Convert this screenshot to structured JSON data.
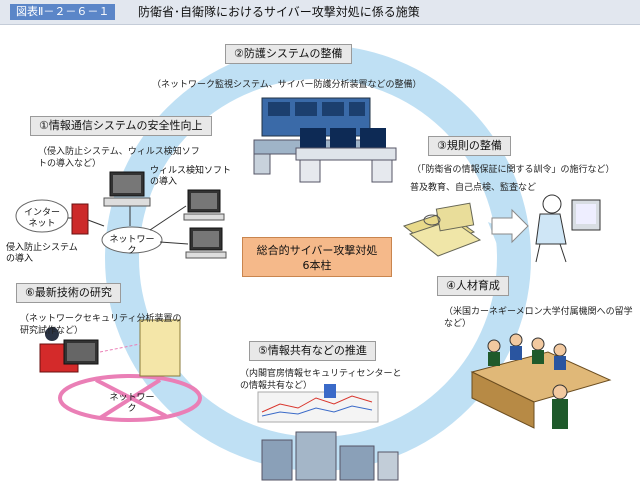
{
  "header": {
    "tag": "図表Ⅱ－２－６－１",
    "title": "防衛省･自衛隊におけるサイバー攻撃対処に係る施策"
  },
  "center": {
    "line1": "総合的サイバー攻撃対処",
    "line2": "6本柱"
  },
  "measures": [
    {
      "label": "②防護システムの整備",
      "detail": "（ネットワーク監視システム、サイバー防護分析装置などの整備）"
    },
    {
      "label": "①情報通信システムの安全性向上",
      "detail": "（侵入防止システム、ウィルス検知ソフトの導入など）"
    },
    {
      "label": "③規則の整備",
      "detail": "（「防衛省の情報保証に関する訓令」の施行など）",
      "detail2": "普及教育、自己点検、監査など"
    },
    {
      "label": "④人材育成",
      "detail": "（米国カーネギーメロン大学付属機関への留学など）"
    },
    {
      "label": "⑤情報共有などの推進",
      "detail": "（内閣官房情報セキュリティセンターとの情報共有など）"
    },
    {
      "label": "⑥最新技術の研究",
      "detail": "（ネットワークセキュリティ分析装置の研究試作など）"
    }
  ],
  "network": {
    "internet": "インター\nネット",
    "network": "ネットワーク",
    "ips": "侵入防止システム\nの導入",
    "antivirus": "ウィルス検知ソフト\nの導入",
    "network2": "ネットワーク"
  },
  "colors": {
    "ring": "#bfe0f4",
    "center_fill": "#f5b98a",
    "header_tag": "#5b86c8"
  }
}
